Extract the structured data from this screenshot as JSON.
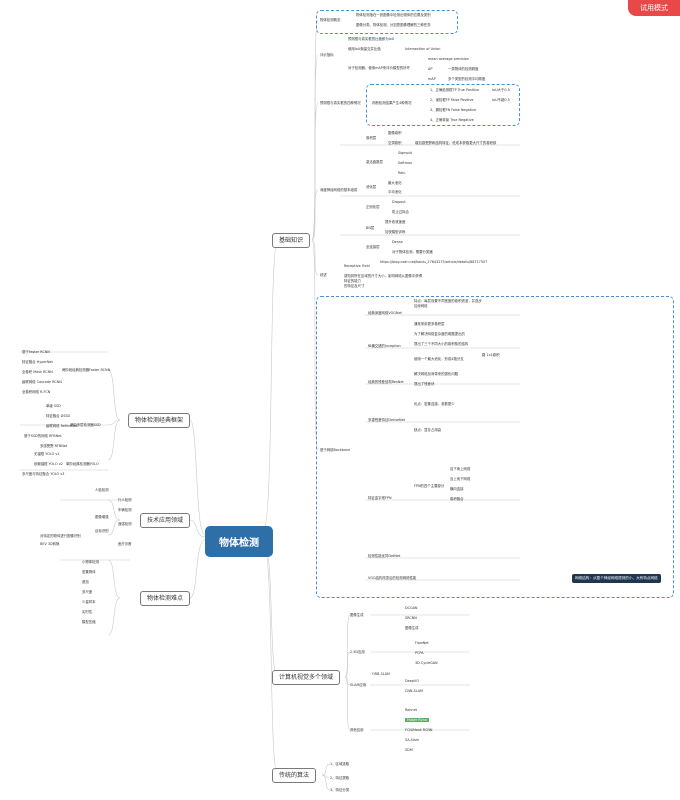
{
  "badge": "试用模式",
  "central": "物体检测",
  "right": {
    "basics": {
      "title": "基础知识",
      "concept": {
        "label": "物体检测概念",
        "l1": "物体检测指在一张图像中检测出物体的位置及类别",
        "l2": "图像分类、物体检测、分割是图像理解的三种任务"
      },
      "metrics": {
        "label": "评价指标",
        "iou": "预测框与真实框的比值即为IoU",
        "m1": "使用IoU衡量交并比值",
        "m1r": "Intersection of Union",
        "m2": "对于检测器，使用mAP来评价模型的好坏",
        "ap1": "mean average precision",
        "ap2": "AP",
        "ap2r": "一类物体的检测精度",
        "ap3": "mAP",
        "ap3r": "多个类型的检测平均精度"
      },
      "tpfp": {
        "label": "预测框与真实框的四种情况",
        "sub": "判断检测结果产生4种情况",
        "items": [
          "1、正确检测框TP True Positive",
          "2、误检框FP False Positive",
          "3、漏检框FN False Negative",
          "4、正确背景 True Negative"
        ],
        "items_r": [
          "IoU大于0.5",
          "IoU不超0.5"
        ]
      },
      "cnn": {
        "label": "深度神经网络的基本组成",
        "conv": "卷积层",
        "conv_a": "图像卷积",
        "conv_b": "空洞卷积",
        "conv_br": "增加感受野和结构特征，低成本获取更大尺寸的卷积核",
        "act": "激活函数层",
        "act_items": [
          "Sigmoid",
          "Softmax",
          "Relu"
        ],
        "pool": "池化层",
        "pool_items": [
          "最大池化",
          "平均池化"
        ],
        "reg": "正则化层",
        "reg_items": [
          "Dropout",
          "防止过拟合"
        ],
        "bn": "BN层",
        "bn_items": [
          "提升收敛速度",
          "加快模型训练"
        ],
        "fc": "全连接层",
        "fc_items": [
          "Dense",
          "对于物体检测，需要分类器"
        ]
      },
      "survey": {
        "label": "综述",
        "l1": "Receptive Field",
        "l2": "https://blog.csdn.net/baidu_27643275/article/details/88717507",
        "l3": "感知到所在区域的尺寸大小，影响网络从图像中获得",
        "l4": "特征的能力",
        "l5": "的特征及尺寸"
      },
      "backbone": {
        "label": "基于网络Backbone",
        "vgg": "经典深度网络VGGNet",
        "vgg_items": [
          "特点：每层设置不同宽度的卷积滤波，并逐步",
          "加深网络",
          "通常采用更多卷积层"
        ],
        "incep": "纵横交错的Inception",
        "incep_items": [
          "为了解决网络复杂度的难题提出的"
        ],
        "incep_a": "提出了三个不同大小的卷积核的结构",
        "incep_b": "使用一个最大池化，形成4路分支",
        "incep_br": "路 1x1卷积",
        "res": "经典的残差结构ResNet",
        "res_items": [
          "解决网络加深带来的退化问题",
          "提出了残差块"
        ],
        "dense": "多重残差特征DenseNet",
        "dense_items": [
          "优点：密集连接，参数更少",
          "缺点：显存占用高"
        ],
        "fpn": "特征金字塔FPN",
        "fpn_items": [
          "FPN的四个主要部分",
          "自下而上网络",
          "自上而下网络",
          "横向连接",
          "卷积融合"
        ],
        "det": "检测性能优异DetNet",
        "vgg16": "VGG结构改变后的检测网络性能"
      },
      "summary": "网络结构：从整个神经网络提到的小、大有特点网络"
    },
    "cv": {
      "title": "计算机视觉多个领域",
      "items": [
        [
          "图像生成",
          "DCGAN",
          "SRCNN",
          "图像生成"
        ],
        [
          "2.5D应用",
          "FlowNet",
          "PCPA",
          "3D CycleGAN"
        ],
        [
          "SLAM应用",
          "ORB-SLAM",
          "DeepVO",
          "CNN-SLAM"
        ],
        [
          "其他应用",
          "Ronnet",
          "Faster Rcnn",
          "FCN/Mask RCNN",
          "SA-Siam",
          "SDM"
        ]
      ]
    },
    "trad": {
      "title": "传统的算法",
      "items": [
        "1、区域选取",
        "2、特征提取",
        "3、特征分类"
      ]
    }
  },
  "left": {
    "classic": {
      "title": "物体检测经典框架",
      "groups": [
        {
          "label": "两阶段经典检测器Faster RCNN",
          "items": [
            "基于Faster RCNN",
            "特征融合 HyperNet",
            "全卷积 Mask RCNN",
            "级联网络 Cascade RCNN",
            "全卷积网络 R-FCN"
          ]
        },
        {
          "label": "单阶多层检测器SSD",
          "items": [
            "单级 SSD",
            "特征融合 DSSD",
            "级联网络 RefineDet",
            "基于SSD的网络 RFBNet",
            "多感受野 RFBNet"
          ]
        },
        {
          "label": "单阶经典检测器YOLO",
          "items": [
            "无锚框 YOLO v1",
            "依赖锚框 YOLO v2",
            "多尺度与特征融合 YOLO v3"
          ]
        }
      ]
    },
    "apps": {
      "title": "技术应用领域",
      "items": [
        "人脸检测",
        "行人检测",
        "车辆检测",
        "遥感检测",
        "医疗诊断"
      ],
      "notes": [
        "图像增强",
        "目标识别",
        "对特定的物体进行图像识别",
        "BEV 3D转换"
      ]
    },
    "hard": {
      "title": "物体检测难点",
      "items": [
        "小物体检测",
        "密集物体",
        "遮挡",
        "多尺度",
        "少量样本",
        "实时性",
        "模型压缩"
      ]
    }
  }
}
